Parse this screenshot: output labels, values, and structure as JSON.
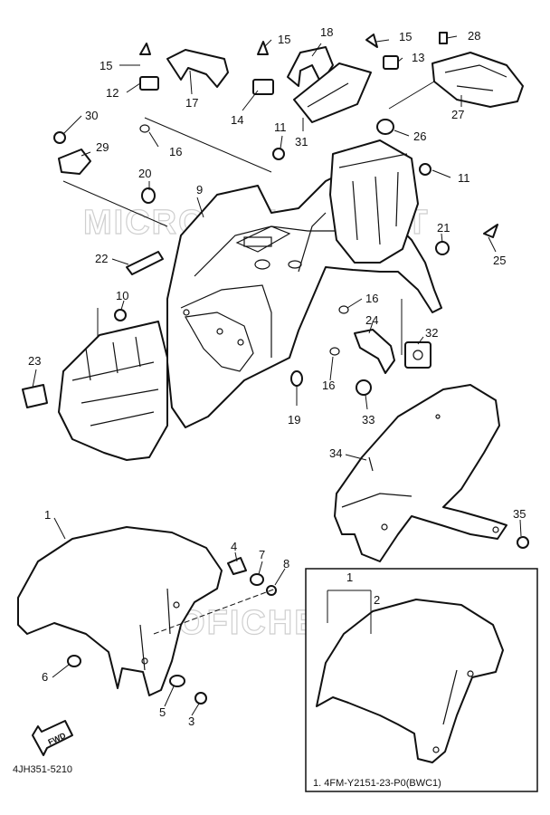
{
  "watermark": "MICROFICHES.NET",
  "diagram_code": "4JH351-5210",
  "arrow_label": "FWD",
  "inset_note": "1. 4FM-Y2151-23-P0(BWC1)",
  "callouts": {
    "c1": "1",
    "c2": "2",
    "c3": "3",
    "c4": "4",
    "c5": "5",
    "c6": "6",
    "c7": "7",
    "c8": "8",
    "c9": "9",
    "c10": "10",
    "c11": "11",
    "c12": "12",
    "c13": "13",
    "c14": "14",
    "c15": "15",
    "c16": "16",
    "c17": "17",
    "c18": "18",
    "c19": "19",
    "c20": "20",
    "c21": "21",
    "c22": "22",
    "c23": "23",
    "c24": "24",
    "c25": "25",
    "c26": "26",
    "c27": "27",
    "c28": "28",
    "c29": "29",
    "c30": "30",
    "c31": "31",
    "c32": "32",
    "c33": "33",
    "c34": "34",
    "c35": "35"
  },
  "inset_callouts": {
    "i1": "1",
    "i2": "2"
  }
}
